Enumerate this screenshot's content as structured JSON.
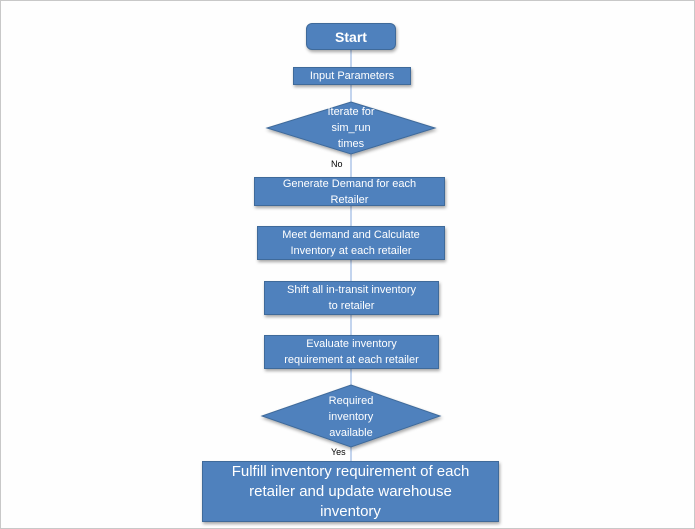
{
  "colors": {
    "shape_fill": "#4f81bd",
    "shape_border": "#3f6a9a",
    "connector": "#88aadd",
    "text": "#ffffff"
  },
  "flowchart": {
    "start": "Start",
    "input": "Input Parameters",
    "iterate": "Iterate for\nsim_run\ntimes",
    "no_label": "No",
    "generate": "Generate Demand for each\nRetailer",
    "meet": "Meet demand and Calculate\nInventory at each retailer",
    "shift": "Shift all in-transit inventory\nto retailer",
    "evaluate": "Evaluate inventory\nrequirement at each retailer",
    "required": "Required\ninventory\navailable",
    "yes_label": "Yes",
    "fulfill": "Fulfill inventory requirement of each\nretailer and update warehouse\ninventory"
  }
}
